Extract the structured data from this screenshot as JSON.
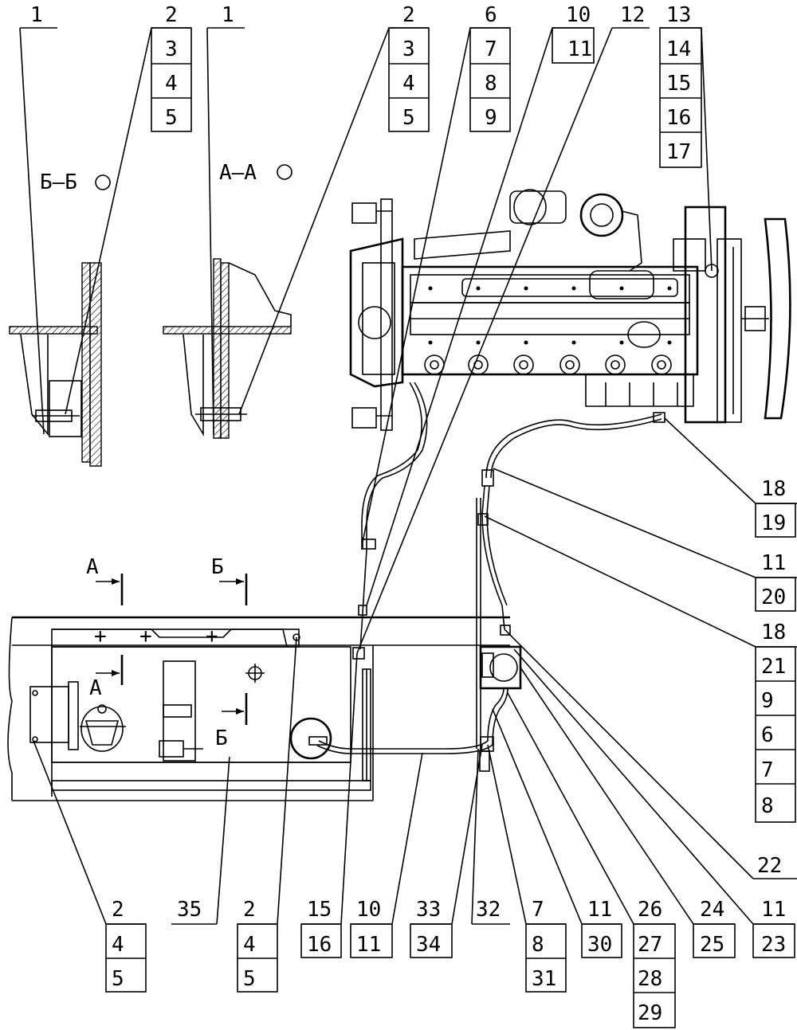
{
  "section_labels": {
    "bb": "Б–Б",
    "aa": "А–А",
    "a": "А",
    "b": "Б"
  },
  "callouts": {
    "c1": "1",
    "c2": "2",
    "c3": "3",
    "c4": "4",
    "c5": "5",
    "c6": "6",
    "c7": "7",
    "c8": "8",
    "c9": "9",
    "c10": "10",
    "c11": "11",
    "c12": "12",
    "c13": "13",
    "c14": "14",
    "c15": "15",
    "c16": "16",
    "c17": "17",
    "c18": "18",
    "c19": "19",
    "c20": "20",
    "c21": "21",
    "c22": "22",
    "c23": "23",
    "c24": "24",
    "c25": "25",
    "c26": "26",
    "c27": "27",
    "c28": "28",
    "c29": "29",
    "c30": "30",
    "c31": "31",
    "c32": "32",
    "c33": "33",
    "c34": "34",
    "c35": "35"
  },
  "colors": {
    "line": "#000000",
    "background": "#ffffff"
  }
}
